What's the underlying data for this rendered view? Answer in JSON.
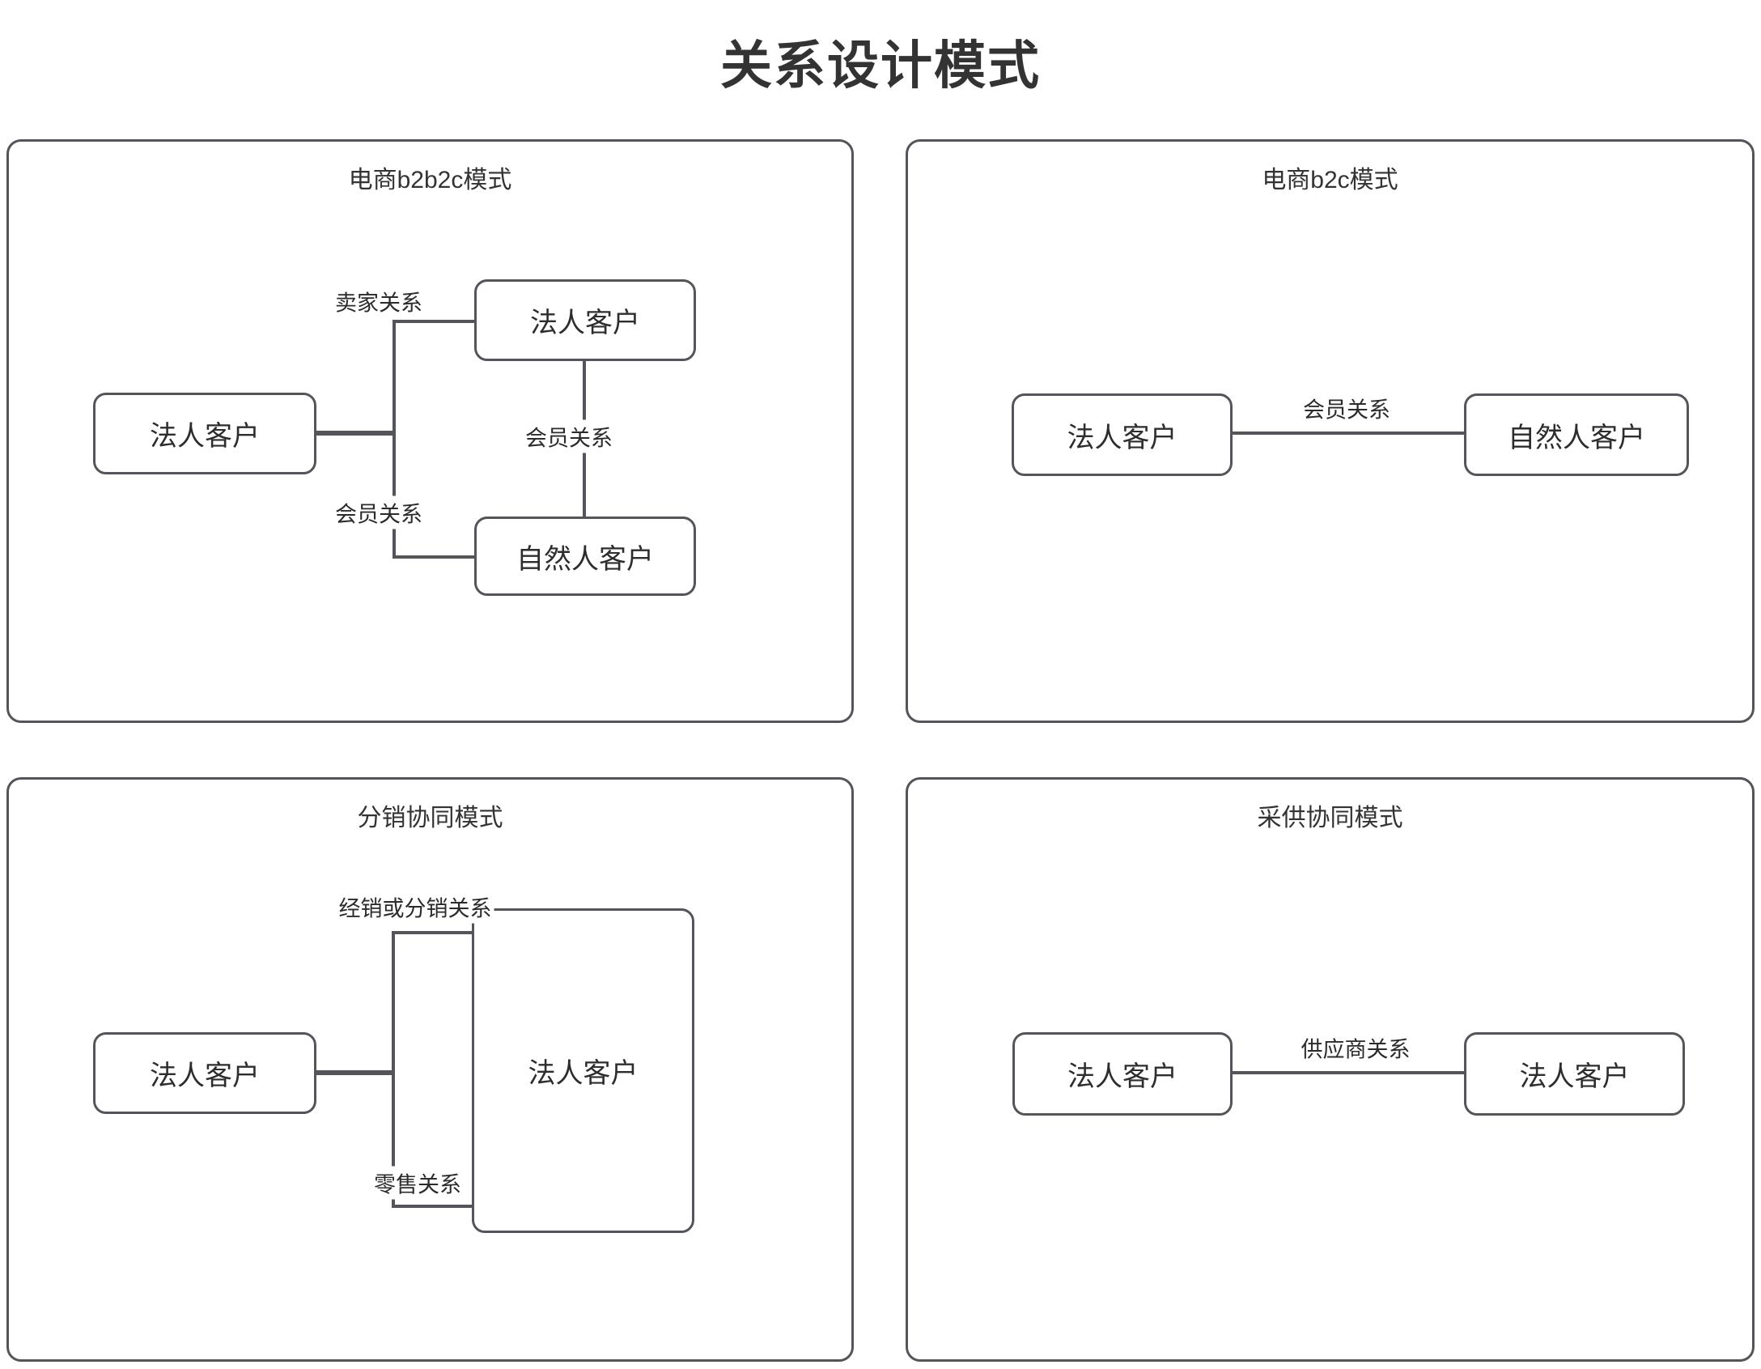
{
  "title": "关系设计模式",
  "colors": {
    "stroke": "#54555a",
    "text": "#2d2d2d",
    "background": "#ffffff"
  },
  "panels": {
    "b2b2c": {
      "title": "电商b2b2c模式",
      "nodes": {
        "left": "法人客户",
        "top_right": "法人客户",
        "bottom_right": "自然人客户"
      },
      "edges": {
        "seller": "卖家关系",
        "member_mid": "会员关系",
        "member_low": "会员关系"
      }
    },
    "b2c": {
      "title": "电商b2c模式",
      "nodes": {
        "left": "法人客户",
        "right": "自然人客户"
      },
      "edges": {
        "member": "会员关系"
      }
    },
    "distribution": {
      "title": "分销协同模式",
      "nodes": {
        "left": "法人客户",
        "right": "法人客户"
      },
      "edges": {
        "distribute": "经销或分销关系",
        "retail": "零售关系"
      }
    },
    "procurement": {
      "title": "采供协同模式",
      "nodes": {
        "left": "法人客户",
        "right": "法人客户"
      },
      "edges": {
        "supplier": "供应商关系"
      }
    }
  }
}
